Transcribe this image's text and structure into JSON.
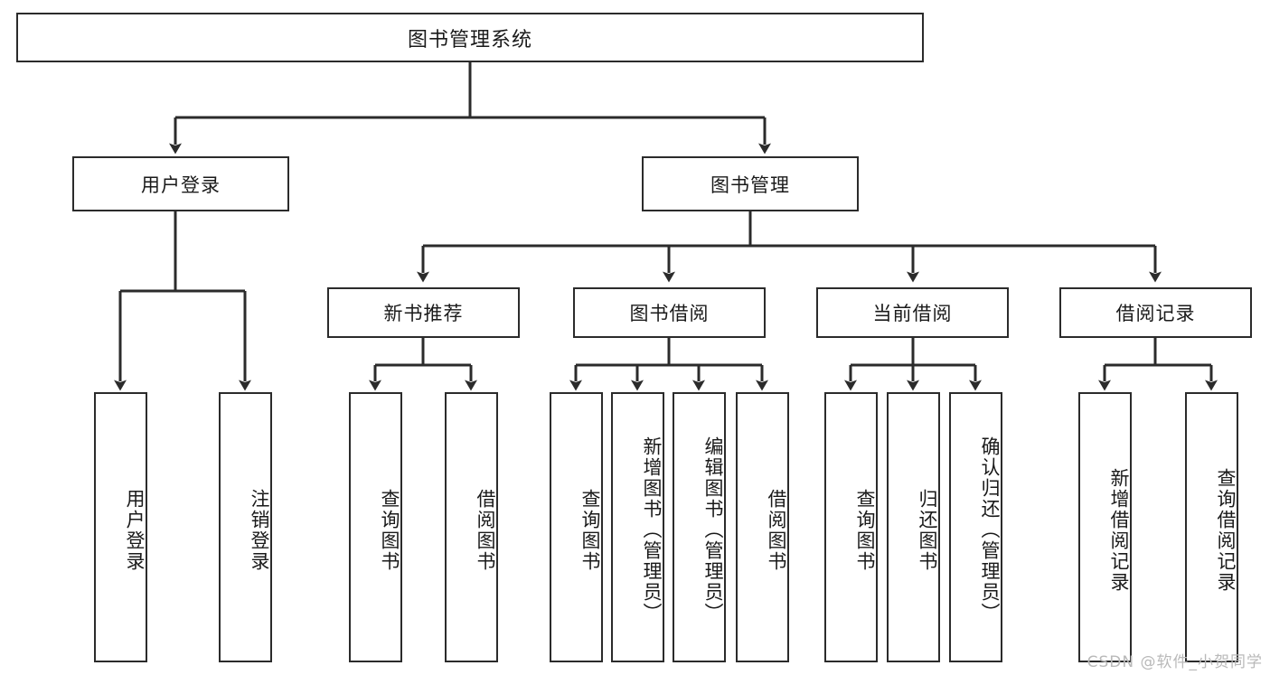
{
  "diagram": {
    "type": "tree",
    "title": "图书管理系统",
    "root": {
      "label": "图书管理系统"
    },
    "level2": [
      {
        "label": "用户登录"
      },
      {
        "label": "图书管理"
      }
    ],
    "level3": [
      {
        "label": "新书推荐"
      },
      {
        "label": "图书借阅"
      },
      {
        "label": "当前借阅"
      },
      {
        "label": "借阅记录"
      }
    ],
    "leaves": {
      "user_login": [
        {
          "label": "用户登录"
        },
        {
          "label": "注销登录"
        }
      ],
      "new_book_recommend": [
        {
          "label": "查询图书"
        },
        {
          "label": "借阅图书"
        }
      ],
      "book_borrow": [
        {
          "label": "查询图书"
        },
        {
          "label": "新增图书（管理员）"
        },
        {
          "label": "编辑图书（管理员）"
        },
        {
          "label": "借阅图书"
        }
      ],
      "current_borrow": [
        {
          "label": "查询图书"
        },
        {
          "label": "归还图书"
        },
        {
          "label": "确认归还（管理员）"
        }
      ],
      "borrow_record": [
        {
          "label": "新增借阅记录"
        },
        {
          "label": "查询借阅记录"
        }
      ]
    },
    "watermark": "CSDN @软件_小贺同学",
    "colors": {
      "line": "#2b2b2b",
      "box_fill": "#ffffff",
      "text": "#1a1a1a",
      "watermark": "#b9b9b9"
    }
  }
}
